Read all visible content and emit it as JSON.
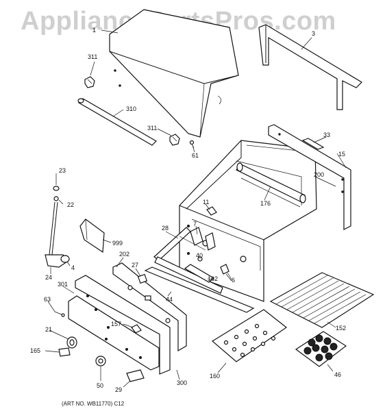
{
  "watermark": "AppliancePartsPros.com",
  "art_number": "(ART NO. WB11770) C12",
  "labels": {
    "l1": "1",
    "l3": "3",
    "l311a": "311",
    "l310": "310",
    "l311b": "311",
    "l61": "61",
    "l33": "33",
    "l15": "15",
    "l200": "200",
    "l176": "176",
    "l11": "11",
    "l23": "23",
    "l22": "22",
    "l999": "999",
    "l28": "28",
    "l7": "7",
    "l4": "4",
    "l24": "24",
    "l202": "202",
    "l27": "27",
    "l40": "40",
    "l162": "162",
    "l6": "6",
    "l44": "44",
    "l63": "63",
    "l301": "301",
    "l157": "157",
    "l21": "21",
    "l165": "165",
    "l152": "152",
    "l50": "50",
    "l29": "29",
    "l300": "300",
    "l160": "160",
    "l46": "46"
  }
}
